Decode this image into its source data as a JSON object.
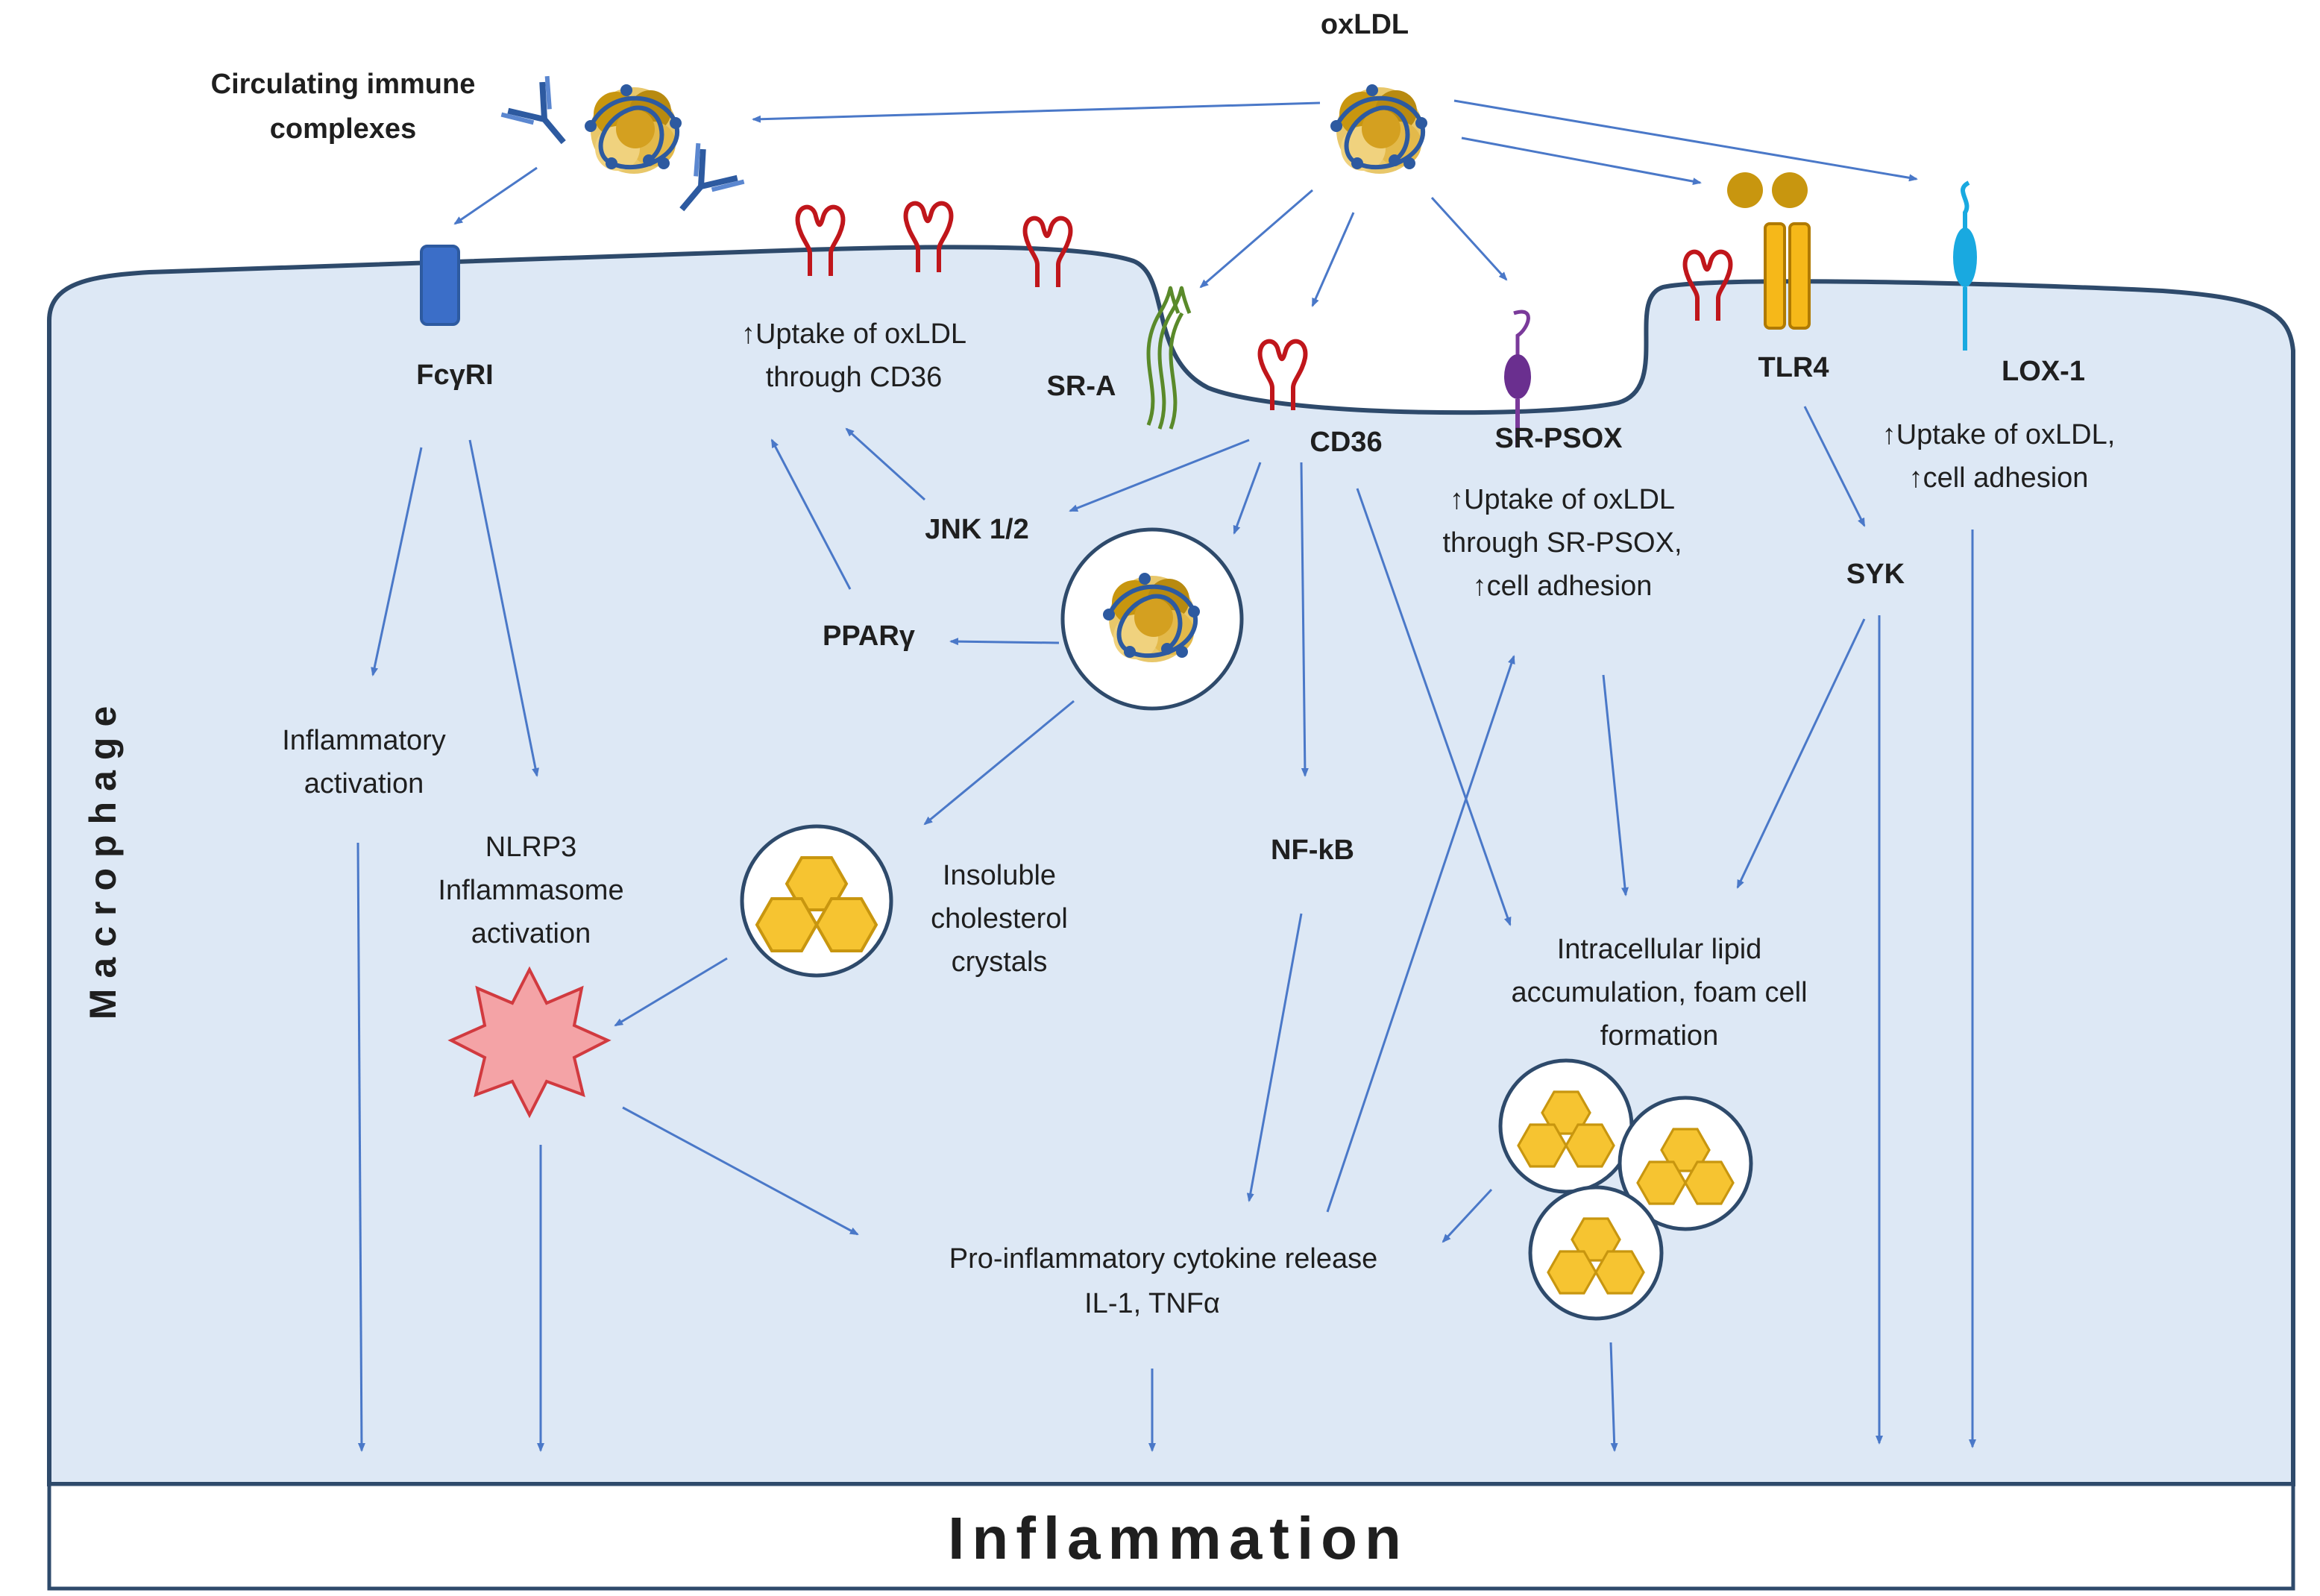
{
  "colors": {
    "cell_fill": "#dde8f5",
    "membrane": "#2e4a6b",
    "arrow": "#4a78c8",
    "receptor_red": "#c0161b",
    "lipid_gold": "#c8960f",
    "crystal_fill": "#f6c431",
    "star_fill": "#f4a3a6"
  },
  "labels": {
    "oxldl": "oxLDL",
    "immune_complexes_1": "Circulating immune",
    "immune_complexes_2": "complexes",
    "fcgri": "FcγRI",
    "sra": "SR-A",
    "cd36": "CD36",
    "srpsox": "SR-PSOX",
    "tlr4": "TLR4",
    "lox1": "LOX-1",
    "uptake_cd36_1": "↑Uptake of oxLDL",
    "uptake_cd36_2": "through CD36",
    "jnk": "JNK 1/2",
    "ppar": "PPARγ",
    "uptake_srpsox_1": "↑Uptake of oxLDL",
    "uptake_srpsox_2": "through SR-PSOX,",
    "uptake_srpsox_3": "↑cell adhesion",
    "uptake_lox_1": "↑Uptake of oxLDL,",
    "uptake_lox_2": "↑cell adhesion",
    "syk": "SYK",
    "inflam_act_1": "Inflammatory",
    "inflam_act_2": "activation",
    "nlrp3_1": "NLRP3",
    "nlrp3_2": "Inflammasome",
    "nlrp3_3": "activation",
    "crystals_1": "Insoluble",
    "crystals_2": "cholesterol",
    "crystals_3": "crystals",
    "nfkb": "NF-kB",
    "lipid_acc_1": "Intracellular lipid",
    "lipid_acc_2": "accumulation, foam cell",
    "lipid_acc_3": "formation",
    "cytokine_1": "Pro-inflammatory cytokine release",
    "cytokine_2": "IL-1, TNFα",
    "macrophage": "Macrophage",
    "inflammation": "Inflammation"
  }
}
